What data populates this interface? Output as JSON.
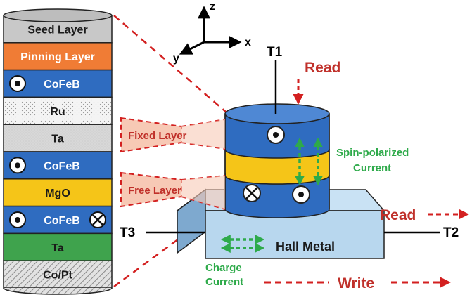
{
  "stack": {
    "layers": [
      {
        "label": "Seed Layer",
        "fill": "#c8c8c8",
        "text_color": "#1a1a1a",
        "pattern": "none",
        "symbols": []
      },
      {
        "label": "Pinning Layer",
        "fill": "#f07c35",
        "text_color": "#ffffff",
        "pattern": "none",
        "symbols": []
      },
      {
        "label": "CoFeB",
        "fill": "#2f6cc0",
        "text_color": "#ffffff",
        "pattern": "none",
        "symbols": [
          "dot-out"
        ]
      },
      {
        "label": "Ru",
        "fill": "#f4f4f4",
        "text_color": "#1a1a1a",
        "pattern": "dots",
        "symbols": []
      },
      {
        "label": "Ta",
        "fill": "#d6d6d6",
        "text_color": "#1a1a1a",
        "pattern": "hatch-light",
        "symbols": []
      },
      {
        "label": "CoFeB",
        "fill": "#2f6cc0",
        "text_color": "#ffffff",
        "pattern": "none",
        "symbols": [
          "dot-out"
        ]
      },
      {
        "label": "MgO",
        "fill": "#f5c518",
        "text_color": "#1a1a1a",
        "pattern": "none",
        "symbols": []
      },
      {
        "label": "CoFeB",
        "fill": "#2f6cc0",
        "text_color": "#ffffff",
        "pattern": "none",
        "symbols": [
          "dot-out",
          "cross-in"
        ]
      },
      {
        "label": "Ta",
        "fill": "#3fa34d",
        "text_color": "#1a1a1a",
        "pattern": "none",
        "symbols": []
      },
      {
        "label": "Co/Pt",
        "fill": "#d9d9d9",
        "text_color": "#1a1a1a",
        "pattern": "diag",
        "symbols": []
      }
    ]
  },
  "axes": {
    "z": "z",
    "x": "x",
    "y": "y"
  },
  "terminals": {
    "t1": "T1",
    "t2": "T2",
    "t3": "T3"
  },
  "callouts": {
    "fixed_layer": "Fixed Layer",
    "free_layer": "Free Layer"
  },
  "labels": {
    "read_top": "Read",
    "read_right": "Read",
    "write": "Write",
    "hall_metal": "Hall Metal",
    "spin_current_1": "Spin-polarized",
    "spin_current_2": "Current",
    "charge_current_1": "Charge",
    "charge_current_2": "Current"
  },
  "colors": {
    "arrow_red": "#d32020",
    "label_red": "#c0302a",
    "green": "#2eaa4a",
    "blue": "#2f6cc0",
    "yellow": "#f5c518",
    "hall_metal": "#b8d7ee",
    "callout_fill": "#f7c9b5"
  }
}
